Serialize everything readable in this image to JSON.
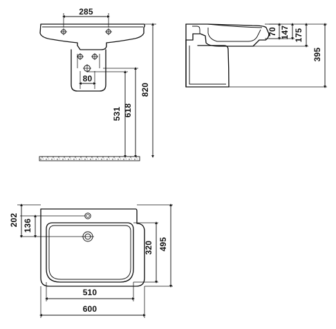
{
  "front_view": {
    "dim_faucet_spacing": "285",
    "dim_trap_width": "80",
    "dim_outlet_height": "531",
    "dim_inlet_height": "618",
    "dim_basin_height": "820"
  },
  "side_view": {
    "dim_rim_depth": "70",
    "dim_bowl_depth": "147",
    "dim_basin_depth": "175",
    "dim_total_height": "395"
  },
  "top_view": {
    "dim_tap_hole_offset": "136",
    "dim_drain_offset": "202",
    "dim_inner_depth": "320",
    "dim_outer_depth": "495",
    "dim_inner_width": "510",
    "dim_outer_width": "600"
  },
  "colors": {
    "line": "#111111",
    "background": "#ffffff"
  }
}
